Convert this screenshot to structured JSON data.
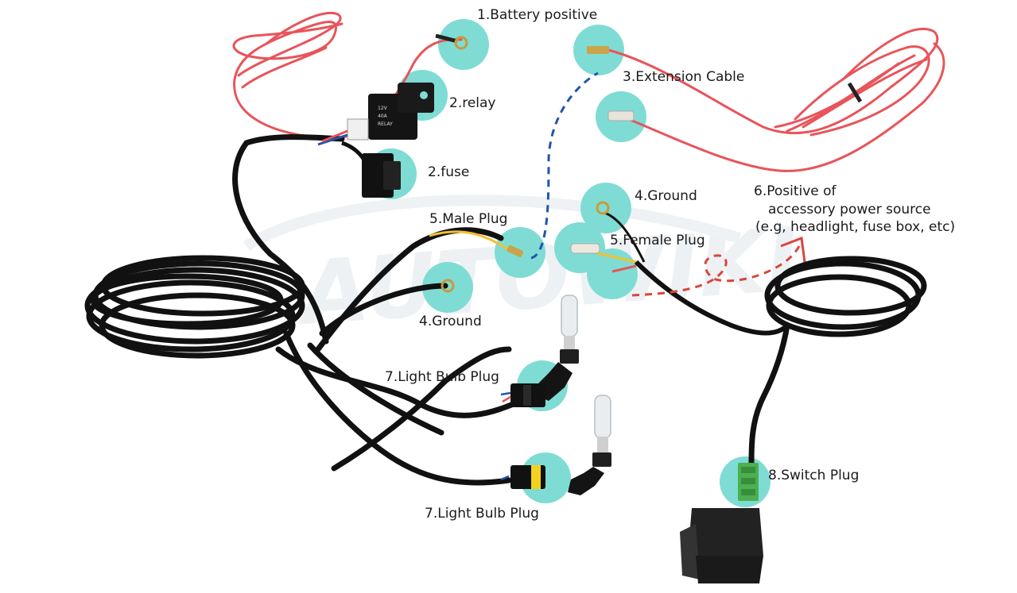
{
  "labels": {
    "battery_positive": "1.Battery positive",
    "relay": "2.relay",
    "fuse": "2.fuse",
    "extension_cable": "3.Extension Cable",
    "ground_upper": "4.Ground",
    "ground_lower": "4.Ground",
    "male_plug": "5.Male Plug",
    "female_plug": "5.Female Plug",
    "positive_line1": "6.Positive of",
    "positive_line2": "accessory power source",
    "positive_line3": "(e.g, headlight, fuse box, etc)",
    "light_bulb_plug_upper": "7.Light Bulb Plug",
    "light_bulb_plug_lower": "7.Light Bulb Plug",
    "switch_plug": "8.Switch Plug"
  },
  "relay_text": [
    "12V",
    "40A",
    "RELAY"
  ],
  "watermark": "AUTOWIKI",
  "colors": {
    "highlight_circle": "#7fdcd4",
    "black_wire": "#111111",
    "red_wire": "#e8545a",
    "yellow_wire": "#f2c12e",
    "blue_dashed": "#2255aa",
    "red_dashed": "#d9463e",
    "switch_connector": "#4caf50"
  }
}
